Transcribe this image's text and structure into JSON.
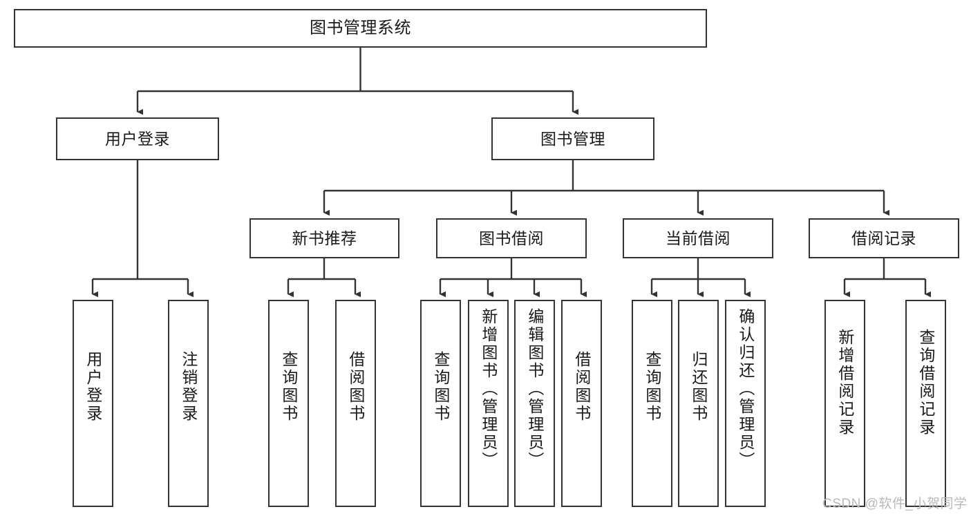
{
  "diagram": {
    "title": "图书管理系统",
    "type": "tree-hierarchy",
    "colors": {
      "node_border": "#333333",
      "node_fill": "#ffffff",
      "edge": "#333333",
      "text": "#1a1a1a",
      "watermark": "#b9b9b9",
      "background": "#ffffff"
    }
  },
  "root": {
    "label": "图书管理系统"
  },
  "level2": [
    {
      "label": "用户登录"
    },
    {
      "label": "图书管理"
    }
  ],
  "level3": [
    {
      "label": "新书推荐"
    },
    {
      "label": "图书借阅"
    },
    {
      "label": "当前借阅"
    },
    {
      "label": "借阅记录"
    }
  ],
  "leaves": {
    "user_login": [
      {
        "label": "用户登录"
      },
      {
        "label": "注销登录"
      }
    ],
    "new_book": [
      {
        "label": "查询图书"
      },
      {
        "label": "借阅图书"
      }
    ],
    "book_borrow": [
      {
        "label": "查询图书"
      },
      {
        "label": "新增图书（管理员）"
      },
      {
        "label": "编辑图书（管理员）"
      },
      {
        "label": "借阅图书"
      }
    ],
    "current_borrow": [
      {
        "label": "查询图书"
      },
      {
        "label": "归还图书"
      },
      {
        "label": "确认归还（管理员）"
      }
    ],
    "borrow_record": [
      {
        "label": "新增借阅记录"
      },
      {
        "label": "查询借阅记录"
      }
    ]
  },
  "watermark": {
    "text": "CSDN @软件_小贺同学"
  }
}
